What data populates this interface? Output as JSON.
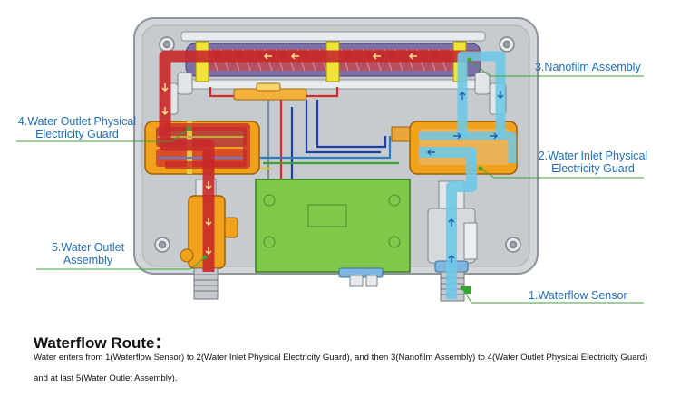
{
  "labels": {
    "nanofilm": "3.Nanofilm Assembly",
    "outlet_guard": [
      "4.Water Outlet Physical",
      "Electricity Guard"
    ],
    "inlet_guard": [
      "2.Water Inlet Physical",
      "Electricity Guard"
    ],
    "outlet_assembly": [
      "5.Water Outlet",
      "Assembly"
    ],
    "waterflow_sensor": "1.Waterflow Sensor"
  },
  "route": {
    "title": "Waterflow Route：",
    "line1": "Water enters from 1(Waterflow Sensor) to 2(Water Inlet Physical Electricity Guard), and then 3(Nanofilm Assembly) to 4(Water Outlet Physical Electricity Guard)",
    "line2": "and at last 5(Water Outlet Assembly)."
  },
  "colors": {
    "label_text": "#1f6fb8",
    "leader_line": "#3aa335",
    "hot_water": "#c8282a",
    "cold_water": "#6ec8e6",
    "guard_housing": "#f0a21c",
    "control_board": "#7fc94a",
    "heater_rod": "#8a7db0"
  }
}
